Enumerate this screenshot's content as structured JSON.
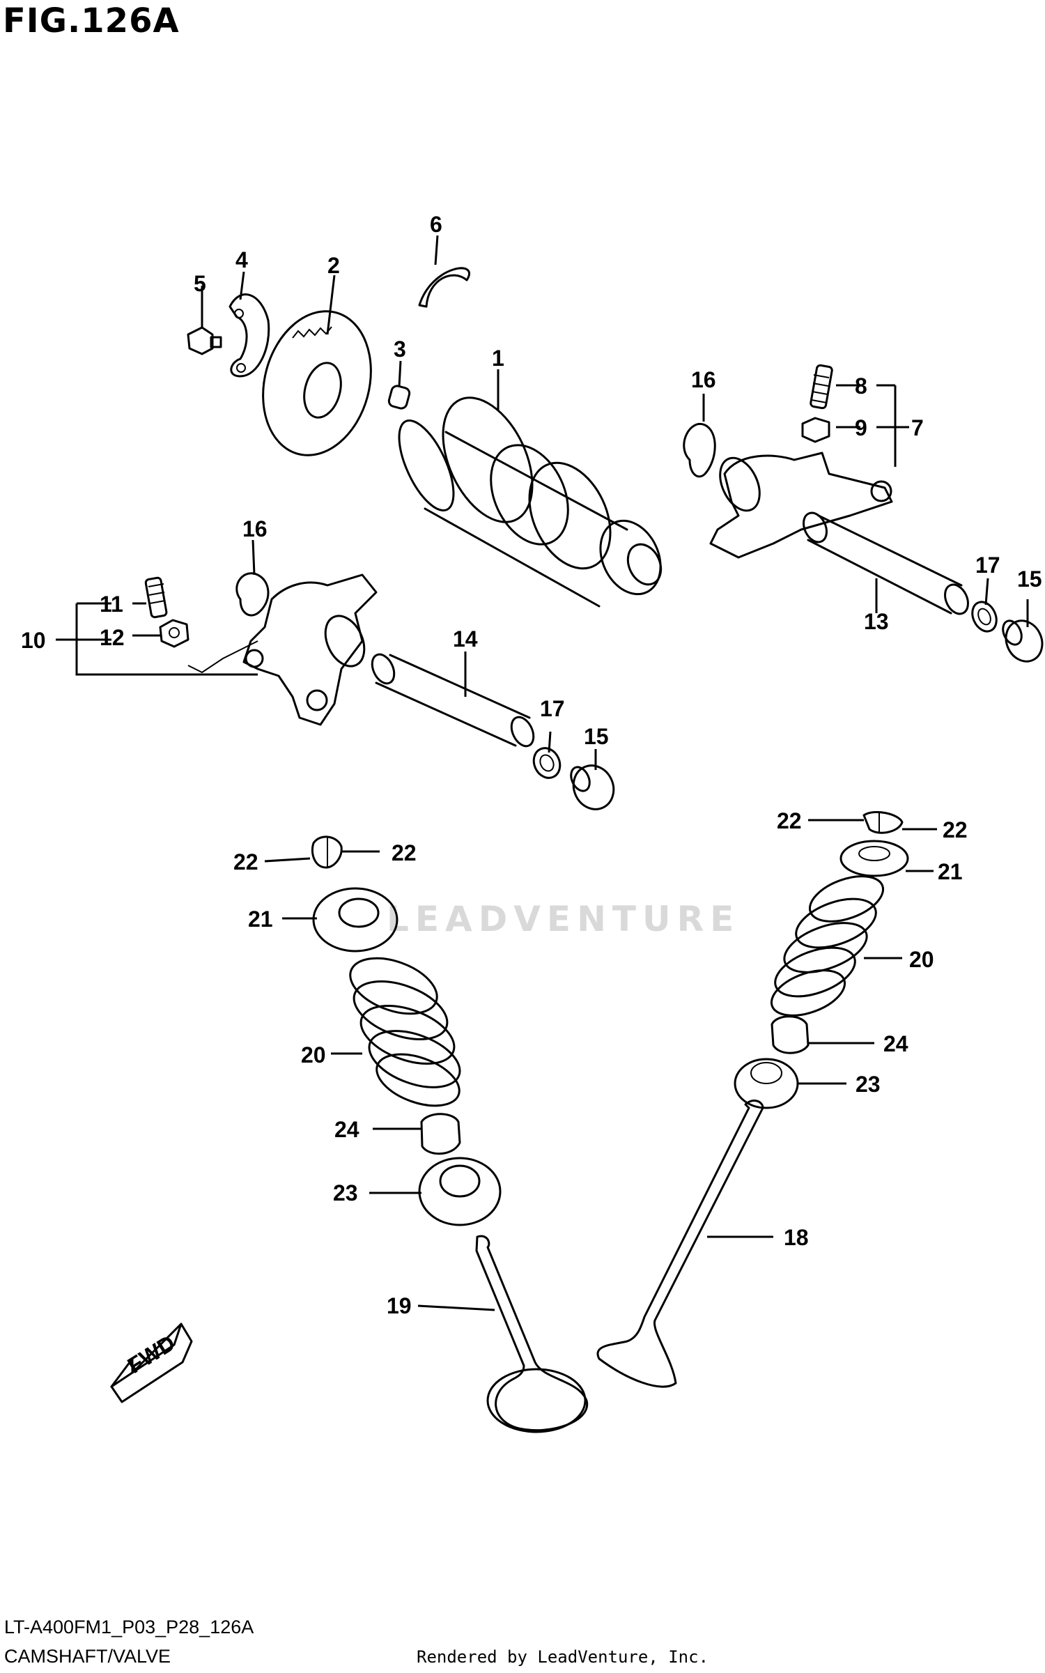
{
  "figure": {
    "title": "FIG.126A",
    "model_code": "LT-A400FM1_P03_P28_126A",
    "section_name": "CAMSHAFT/VALVE",
    "render_credit": "Rendered by LeadVenture, Inc.",
    "watermark": "LEADVENTURE",
    "direction_badge": "FWD"
  },
  "callouts": {
    "c1": "1",
    "c2": "2",
    "c3": "3",
    "c4": "4",
    "c5": "5",
    "c6": "6",
    "c7": "7",
    "c8": "8",
    "c9": "9",
    "c10": "10",
    "c11": "11",
    "c12": "12",
    "c13": "13",
    "c14": "14",
    "c15a": "15",
    "c15b": "15",
    "c16a": "16",
    "c16b": "16",
    "c17a": "17",
    "c17b": "17",
    "c18": "18",
    "c19": "19",
    "c20a": "20",
    "c20b": "20",
    "c21a": "21",
    "c21b": "21",
    "c22a": "22",
    "c22b": "22",
    "c22c": "22",
    "c22d": "22",
    "c23a": "23",
    "c23b": "23",
    "c24a": "24",
    "c24b": "24"
  }
}
